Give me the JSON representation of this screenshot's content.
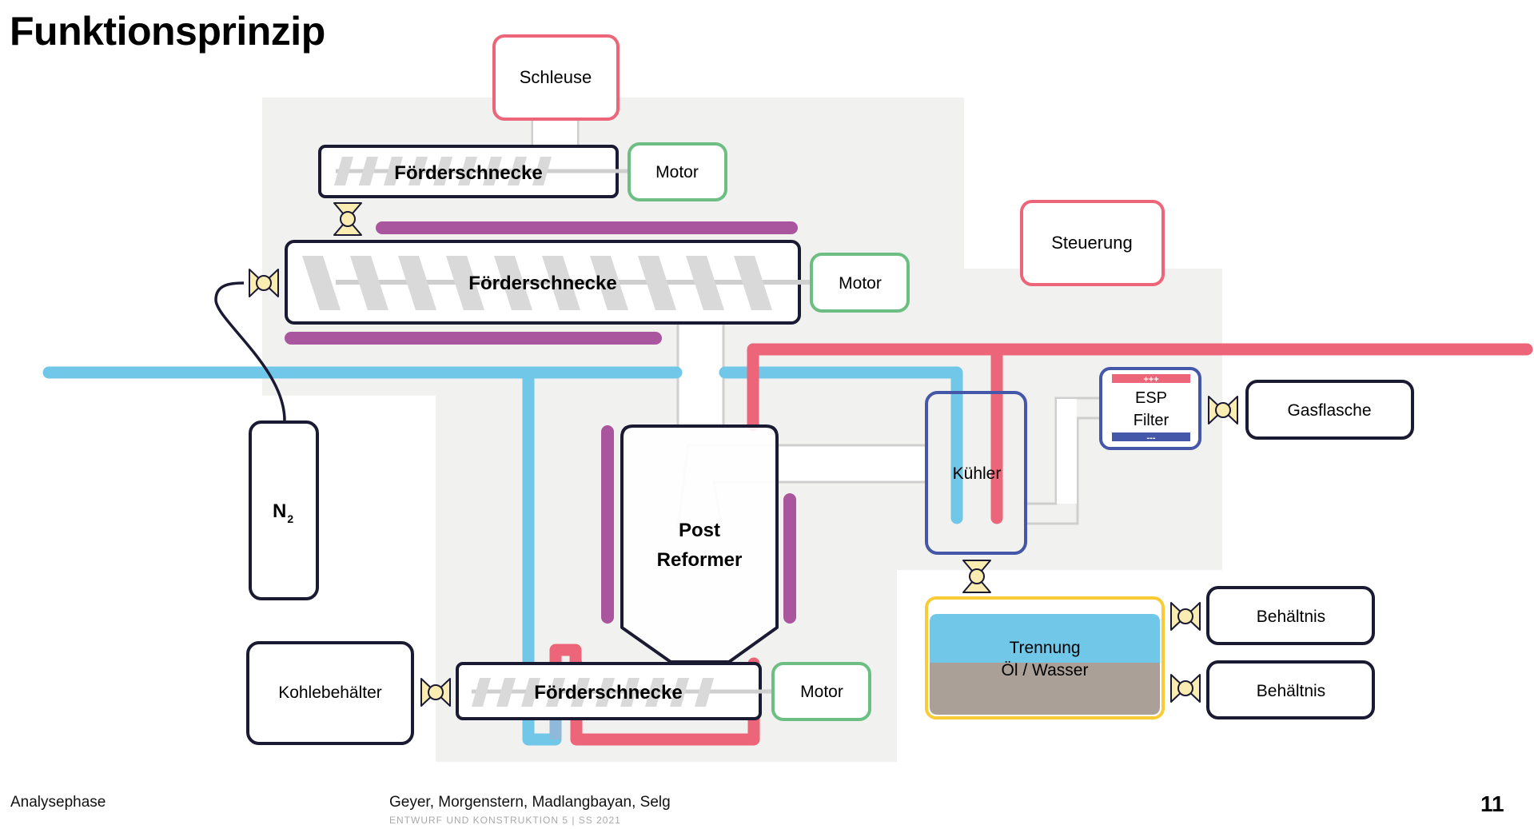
{
  "slide": {
    "title": "Funktionsprinzip",
    "footer": {
      "section": "Analysephase",
      "authors": "Geyer, Morgenstern, Madlangbayan, Selg",
      "course": "ENTWURF UND KONSTRUKTION 5 | SS 2021",
      "page_number": "11"
    }
  },
  "colors": {
    "background_zone": "#F1F1EF",
    "outline_dark": "#1B1A33",
    "control_red": "#EC6578",
    "motor_green": "#6DBE83",
    "hot_line_red": "#EC6578",
    "cold_line_blue": "#70C7E8",
    "heater_purple": "#A9569E",
    "valve_yellow": "#FBEDB1",
    "cooler_blue": "#4457A8",
    "separator_gold": "#F9CB35",
    "oil_brown": "#AAA098",
    "water_blue": "#70C7E8",
    "pipe_gray": "#CFCFCF"
  },
  "components": {
    "schleuse": "Schleuse",
    "screw_top": "Förderschnecke",
    "motor_top": "Motor",
    "screw_main": "Förderschnecke",
    "motor_main": "Motor",
    "steuerung": "Steuerung",
    "n2_main": "N",
    "n2_sub": "2",
    "post_reformer_line1": "Post",
    "post_reformer_line2": "Reformer",
    "kuehler": "Kühler",
    "esp_plus": "+++",
    "esp_line1": "ESP",
    "esp_line2": "Filter",
    "esp_minus": "---",
    "gasflasche": "Gasflasche",
    "kohlebehaelter": "Kohlebehälter",
    "screw_bottom": "Förderschnecke",
    "motor_bottom": "Motor",
    "trennung_line1": "Trennung",
    "trennung_line2": "Öl / Wasser",
    "behaeltnis_1": "Behältnis",
    "behaeltnis_2": "Behältnis"
  }
}
